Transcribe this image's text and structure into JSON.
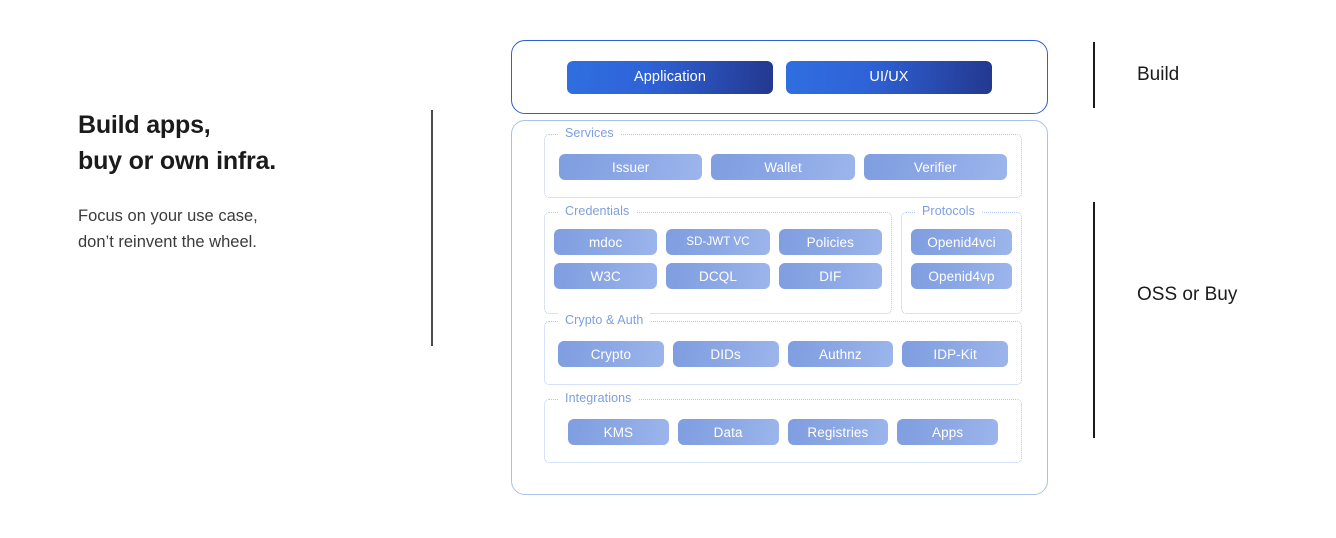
{
  "left": {
    "headline_line1": "Build apps,",
    "headline_line2": "buy or own infra.",
    "subcopy_line1": "Focus on your use case,",
    "subcopy_line2": "don’t reinvent the wheel."
  },
  "brackets": {
    "build_label": "Build",
    "oss_label": "OSS or Buy"
  },
  "build_card": {
    "tiles": [
      {
        "label": "Application"
      },
      {
        "label": "UI/UX"
      }
    ]
  },
  "stack_card": {
    "groups": [
      {
        "label": "Services",
        "items": [
          {
            "label": "Issuer"
          },
          {
            "label": "Wallet"
          },
          {
            "label": "Verifier"
          }
        ]
      },
      {
        "label": "Credentials",
        "rows": [
          [
            {
              "label": "mdoc"
            },
            {
              "label": "SD-JWT VC",
              "small": true
            },
            {
              "label": "Policies"
            }
          ],
          [
            {
              "label": "W3C"
            },
            {
              "label": "DCQL"
            },
            {
              "label": "DIF"
            }
          ]
        ]
      },
      {
        "label": "Protocols",
        "items": [
          {
            "label": "Openid4vci"
          },
          {
            "label": "Openid4vp"
          }
        ]
      },
      {
        "label": "Crypto & Auth",
        "items": [
          {
            "label": "Crypto"
          },
          {
            "label": "DIDs"
          },
          {
            "label": "Authnz"
          },
          {
            "label": "IDP-Kit"
          }
        ]
      },
      {
        "label": "Integrations",
        "items": [
          {
            "label": "KMS"
          },
          {
            "label": "Data"
          },
          {
            "label": "Registries"
          },
          {
            "label": "Apps"
          }
        ]
      }
    ]
  },
  "colors": {
    "build_border": "#2f5fd4",
    "stack_border": "#a9c2ec",
    "group_border": "#b2c6ee",
    "group_label": "#7d9fdf",
    "pill_start": "#7f9ee0",
    "pill_end": "#9cb6ec",
    "tile_start": "#2f6fe0",
    "tile_end": "#23388f",
    "divider": "#1b1b1b",
    "text": "#1b1b1b"
  }
}
